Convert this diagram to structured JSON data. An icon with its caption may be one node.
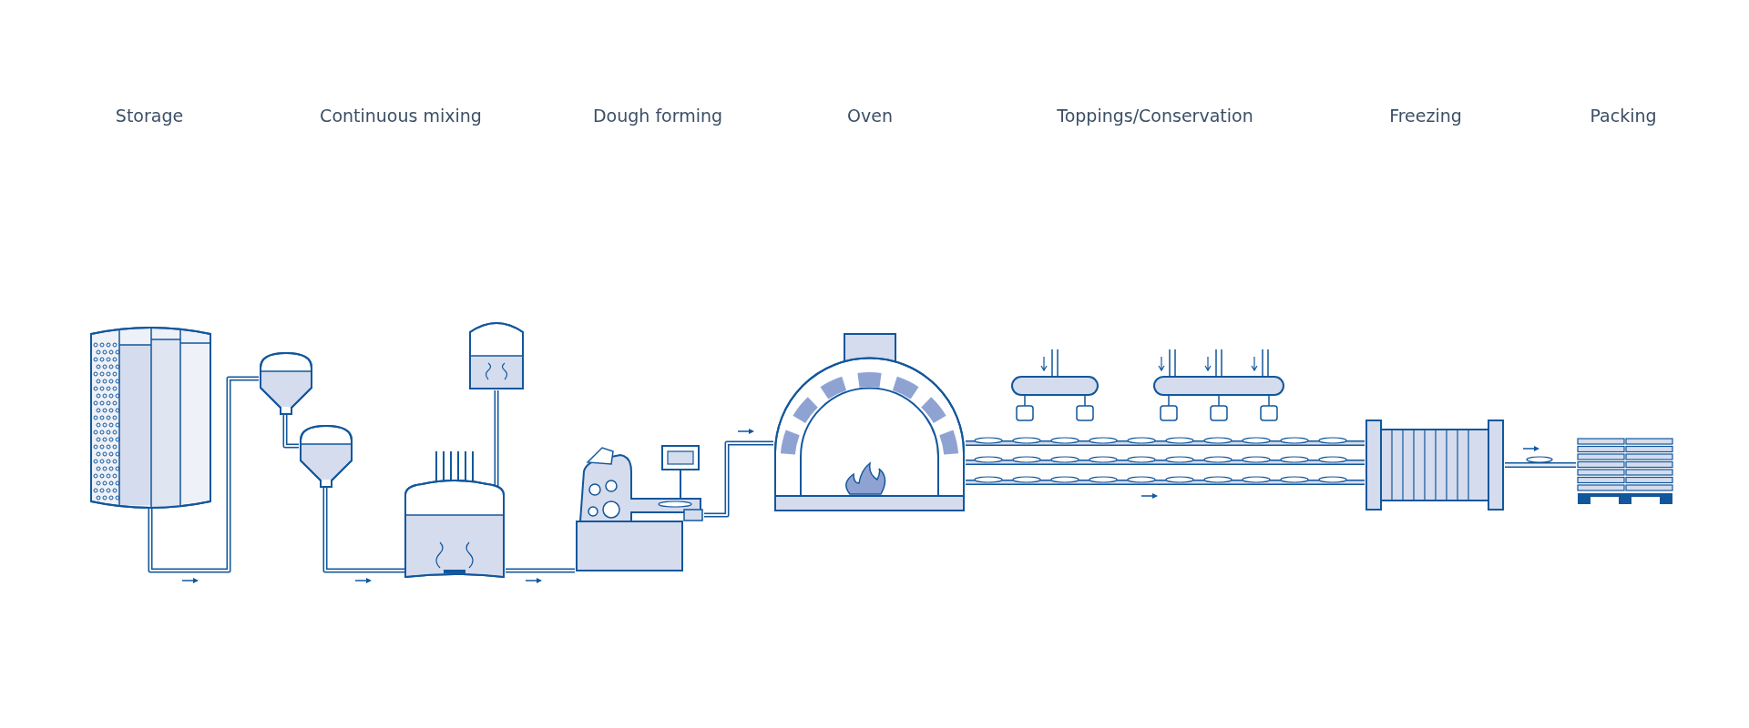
{
  "diagram": {
    "nodes": [
      {
        "text": [],
        "shape": "picture"
      },
      {
        "text": [],
        "shape": "picture"
      },
      {
        "text": [],
        "shape": "picture"
      },
      {
        "text": [],
        "shape": "picture"
      },
      {
        "text": [],
        "shape": "picture"
      },
      {
        "text": [],
        "shape": "picture"
      },
      {
        "text": [],
        "shape": "picture"
      },
      {
        "text": [],
        "shape": "picture"
      },
      {
        "text": [],
        "shape": "picture"
      },
      {
        "text": [],
        "shape": "picture"
      },
      {
        "text": [],
        "shape": "picture"
      }
    ],
    "edges": [
      {
        "from": 0,
        "to": 1,
        "arrow": "none"
      },
      {
        "from": 1,
        "to": 2,
        "arrow": "none"
      },
      {
        "from": 2,
        "to": 4,
        "arrow": "none"
      },
      {
        "from": 3,
        "to": 4,
        "arrow": "none"
      },
      {
        "from": 4,
        "to": 5,
        "arrow": "none"
      },
      {
        "from": 5,
        "to": 6,
        "arrow": "none"
      },
      {
        "from": 6,
        "to": 9,
        "arrow": "none"
      },
      {
        "from": 6,
        "to": 9,
        "arrow": "none"
      },
      {
        "from": 6,
        "to": 9,
        "arrow": "none"
      },
      {
        "from": 9,
        "to": 10,
        "arrow": "none"
      }
    ],
    "labels": [
      "Storage",
      "Continuous mixing",
      "Dough forming",
      "Oven",
      "Toppings/Conservation",
      "Freezing",
      "Packing"
    ]
  }
}
